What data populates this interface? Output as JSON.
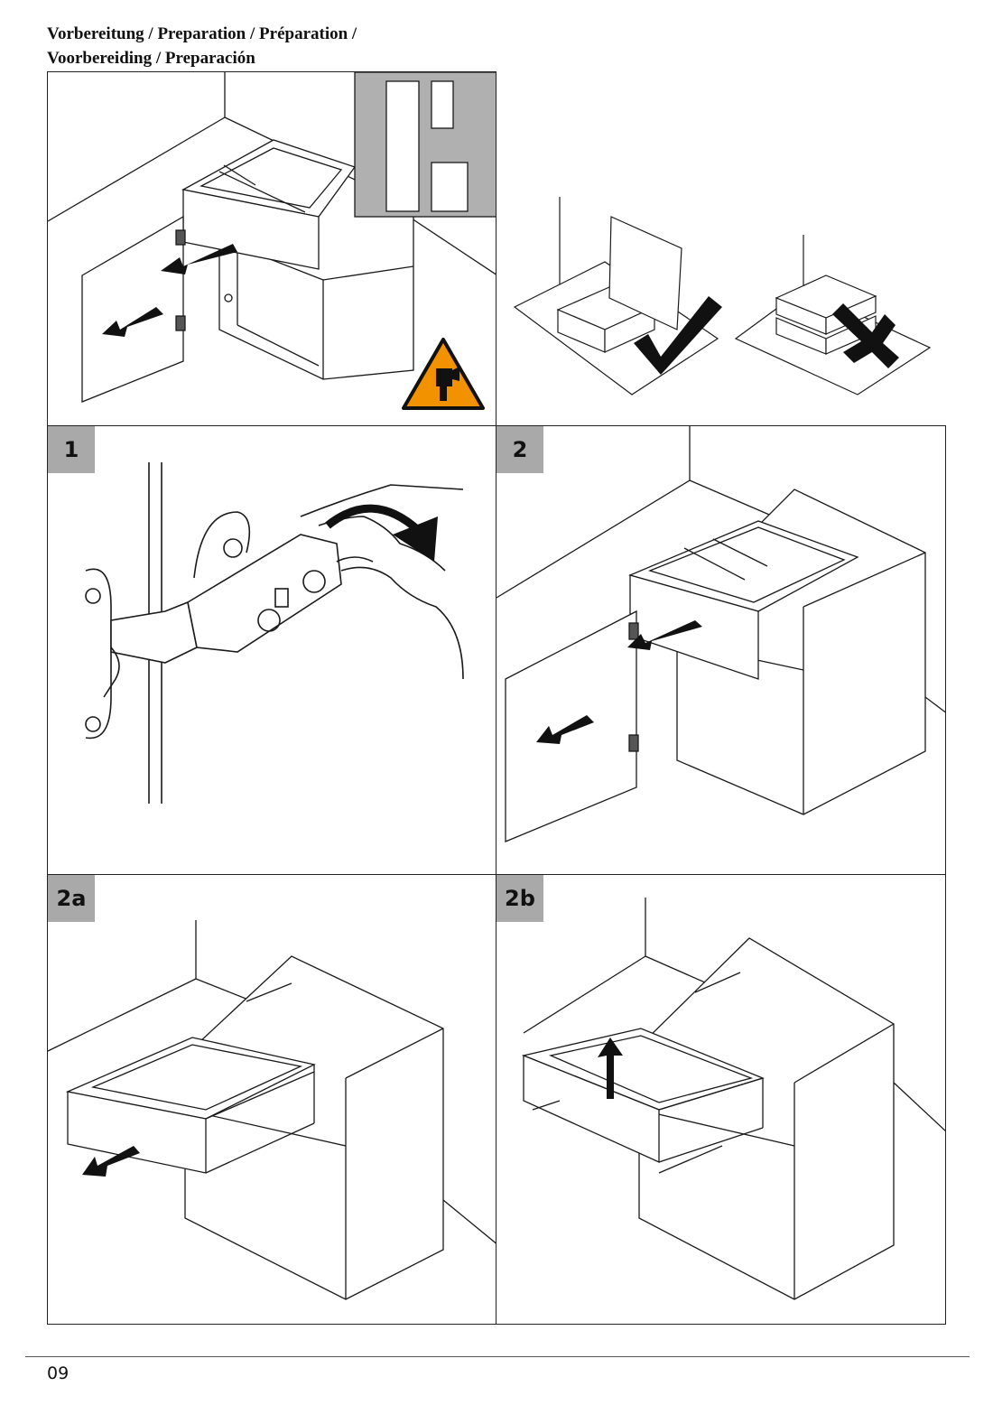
{
  "heading": {
    "line1": "Vorbereitung / Preparation / Préparation /",
    "line2": "Voorbereiding / Preparación"
  },
  "steps": {
    "step1": "1",
    "step2": "2",
    "step2a": "2a",
    "step2b": "2b"
  },
  "icons": {
    "warning": "hand-crush-warning-icon",
    "correct": "check-mark-icon",
    "wrong": "cross-mark-icon"
  },
  "colors": {
    "badge": "#a9a9a9",
    "warning": "#f39200",
    "inset": "#b0b0b0",
    "line": "#1a1a1a"
  },
  "footer": {
    "page_number": "09"
  }
}
